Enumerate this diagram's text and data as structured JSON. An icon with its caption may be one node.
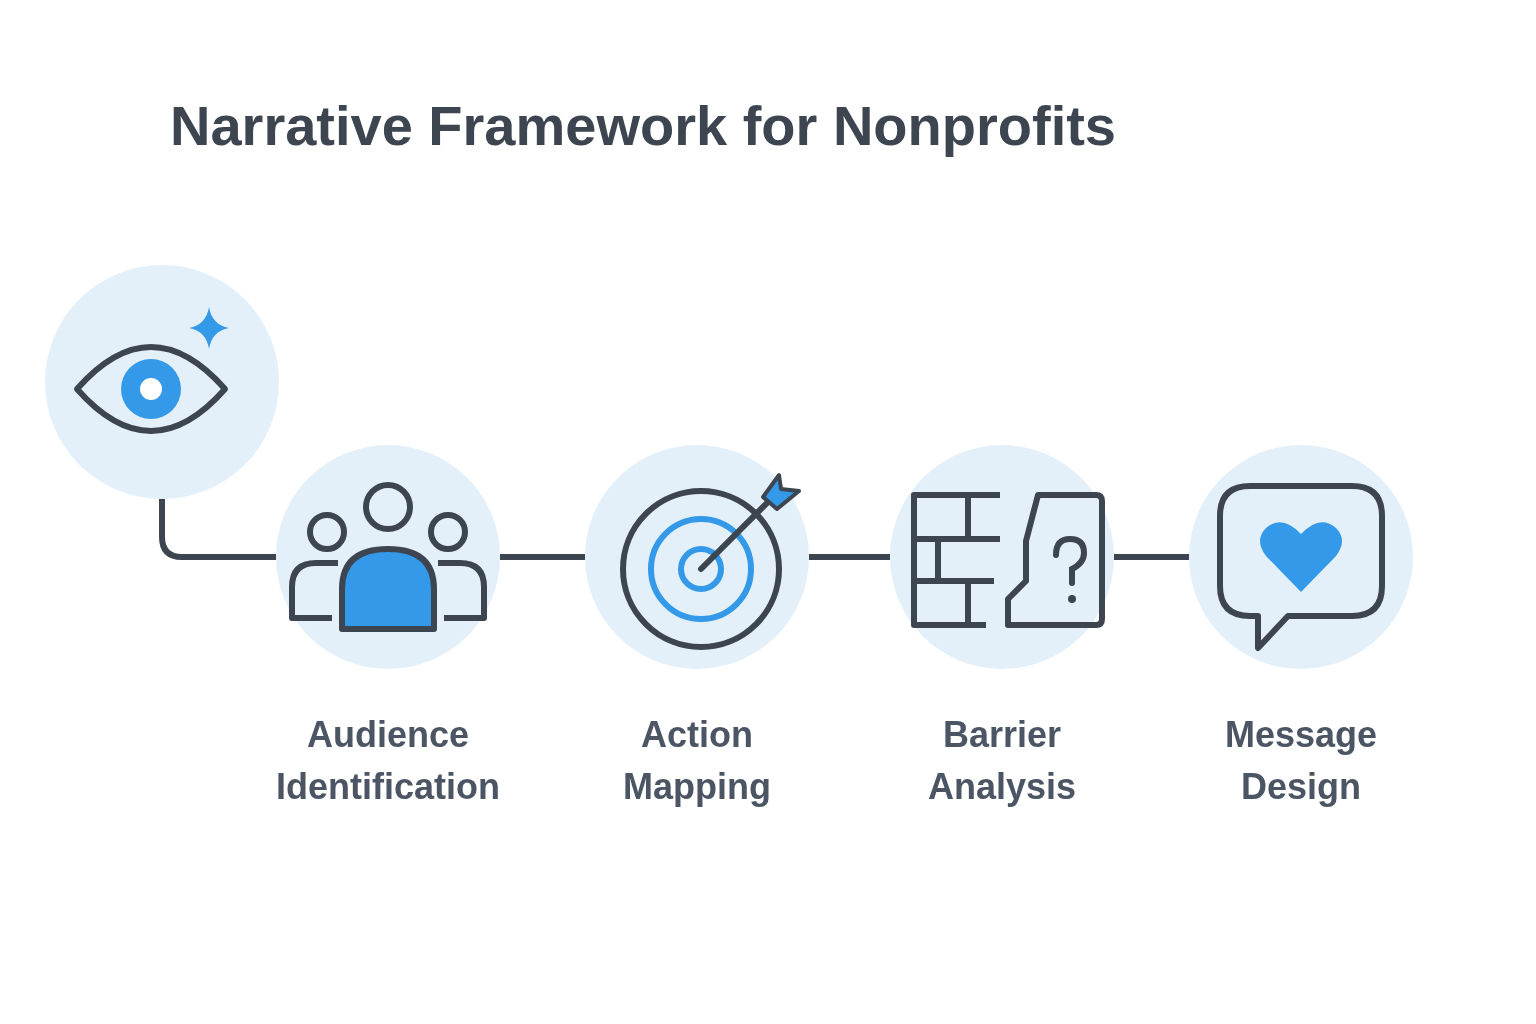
{
  "diagram": {
    "title": "Narrative Framework for Nonprofits",
    "nodes": [
      {
        "text": [],
        "shape": "circle"
      },
      {
        "text": [
          "Audience Identification"
        ]
      },
      {
        "text": [
          "Action Mapping"
        ]
      },
      {
        "text": [
          "Barrier Analysis"
        ]
      },
      {
        "text": [
          "Message Design"
        ]
      }
    ],
    "edges": [
      {
        "from": 0,
        "to": 1,
        "arrow": "none"
      },
      {
        "from": 1,
        "to": 2,
        "arrow": "none"
      },
      {
        "from": 2,
        "to": 3,
        "arrow": "none"
      },
      {
        "from": 3,
        "to": 4,
        "arrow": "none"
      }
    ]
  }
}
